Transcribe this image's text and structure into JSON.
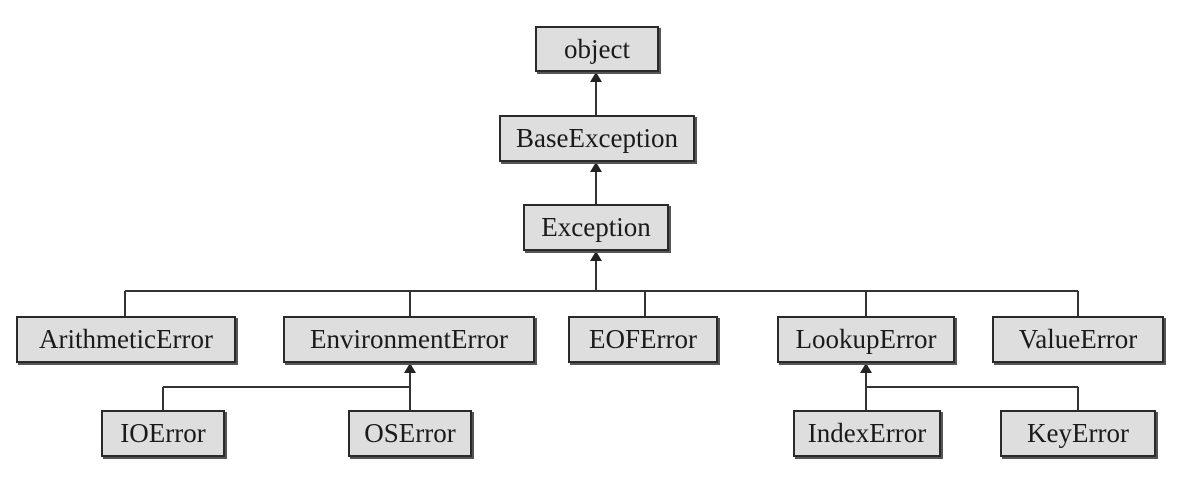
{
  "diagram": {
    "nodes": {
      "object": "object",
      "base_exception": "BaseException",
      "exception": "Exception",
      "arithmetic_error": "ArithmeticError",
      "environment_error": "EnvironmentError",
      "eof_error": "EOFError",
      "lookup_error": "LookupError",
      "value_error": "ValueError",
      "io_error": "IOError",
      "os_error": "OSError",
      "index_error": "IndexError",
      "key_error": "KeyError"
    },
    "edges": [
      {
        "from": "base_exception",
        "to": "object"
      },
      {
        "from": "exception",
        "to": "base_exception"
      },
      {
        "from": "arithmetic_error",
        "to": "exception"
      },
      {
        "from": "environment_error",
        "to": "exception"
      },
      {
        "from": "eof_error",
        "to": "exception"
      },
      {
        "from": "lookup_error",
        "to": "exception"
      },
      {
        "from": "value_error",
        "to": "exception"
      },
      {
        "from": "io_error",
        "to": "environment_error"
      },
      {
        "from": "os_error",
        "to": "environment_error"
      },
      {
        "from": "index_error",
        "to": "lookup_error"
      },
      {
        "from": "key_error",
        "to": "lookup_error"
      }
    ],
    "colors": {
      "node_fill": "#dedede",
      "node_border": "#2a2a2a",
      "line": "#333333"
    }
  }
}
